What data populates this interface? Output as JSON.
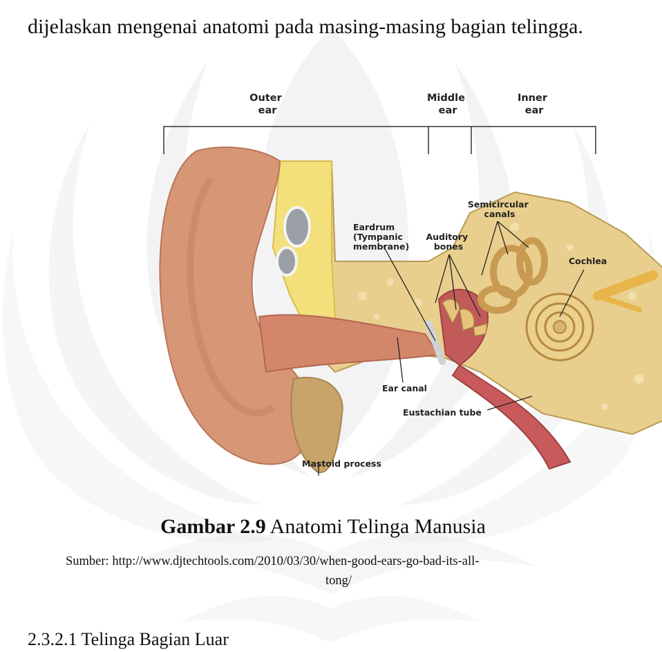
{
  "document": {
    "intro_text": "dijelaskan mengenai anatomi pada masing-masing bagian telingga.",
    "figure": {
      "regions": {
        "outer": [
          "Outer",
          "ear"
        ],
        "middle": [
          "Middle",
          "ear"
        ],
        "inner": [
          "Inner",
          "ear"
        ]
      },
      "labels": {
        "eardrum": [
          "Eardrum",
          "(Tympanic",
          "membrane)"
        ],
        "auditory_bones": [
          "Auditory",
          "bones"
        ],
        "semicircular_canals": [
          "Semicircular",
          "canals"
        ],
        "cochlea": "Cochlea",
        "ear_canal": "Ear canal",
        "eustachian_tube": "Eustachian tube",
        "mastoid_process": "Mastoid process"
      }
    },
    "caption": {
      "number": "Gambar 2.9",
      "title": "Anatomi Telinga Manusia"
    },
    "source_line1": "Sumber: http://www.djtechtools.com/2010/03/30/when-good-ears-go-bad-its-all-",
    "source_line2": "tong/",
    "next_heading": "2.3.2.1 Telinga Bagian Luar"
  }
}
